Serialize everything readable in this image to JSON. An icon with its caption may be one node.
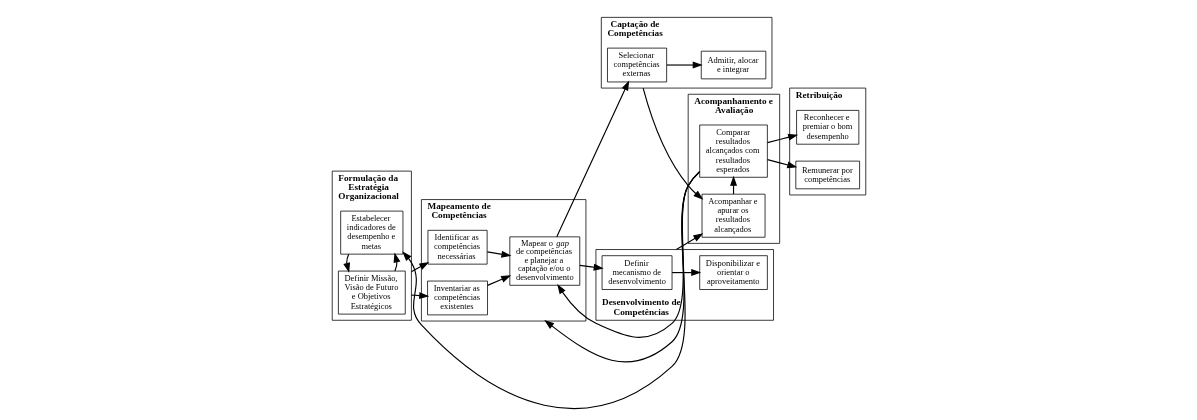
{
  "diagram": {
    "nodes": [
      {
        "text": [
          "Formulação da Estratégia Organizacional"
        ]
      },
      {
        "text": [
          "Definir Missão, Visão de Futuro e Objetivos Estratégicos"
        ],
        "in": 0
      },
      {
        "text": [
          "Estabelecer indicadores de desempenho e metas"
        ],
        "in": 0
      },
      {
        "text": [
          "Mapeamento de Competências"
        ]
      },
      {
        "text": [
          "Identificar as competências necessárias"
        ],
        "in": 3
      },
      {
        "text": [
          "Inventariar as competências existentes"
        ],
        "in": 3
      },
      {
        "text": [
          "Mapear o *gap* de competências e planejar a captação e/ou o desenvolvimento"
        ],
        "in": 3
      },
      {
        "text": [
          "Captação de Competências"
        ]
      },
      {
        "text": [
          "Selecionar competências externas"
        ],
        "in": 7
      },
      {
        "text": [
          "Admitir, alocar e integrar"
        ],
        "in": 7
      },
      {
        "text": [
          "Desenvolvimento de Competências"
        ]
      },
      {
        "text": [
          "Definir mecanismo de desenvolvimento"
        ],
        "in": 10
      },
      {
        "text": [
          "Disponibilizar e orientar o aproveitamento"
        ],
        "in": 10
      },
      {
        "text": [
          "Acompanhamento e Avaliação"
        ]
      },
      {
        "text": [
          "Acompanhar e apurar os resultados alcançados"
        ],
        "in": 13
      },
      {
        "text": [
          "Comparar resultados alcançados com resultados esperados"
        ],
        "in": 13
      },
      {
        "text": [
          "Retribuição"
        ]
      },
      {
        "text": [
          "Reconhecer e premiar o bom desempenho"
        ],
        "in": 16
      },
      {
        "text": [
          "Remunerar por competências"
        ],
        "in": 16
      }
    ],
    "edges": [
      {
        "from": 1,
        "to": 2,
        "arrow": "to"
      },
      {
        "from": 2,
        "to": 1,
        "arrow": "to"
      },
      {
        "from": 0,
        "to": 4,
        "arrow": "to"
      },
      {
        "from": 0,
        "to": 5,
        "arrow": "to"
      },
      {
        "from": 4,
        "to": 6,
        "arrow": "to"
      },
      {
        "from": 5,
        "to": 6,
        "arrow": "to"
      },
      {
        "from": 6,
        "to": 8,
        "arrow": "to"
      },
      {
        "from": 6,
        "to": 11,
        "arrow": "to"
      },
      {
        "from": 8,
        "to": 9,
        "arrow": "to"
      },
      {
        "from": 11,
        "to": 12,
        "arrow": "to"
      },
      {
        "from": 7,
        "to": 14,
        "arrow": "to"
      },
      {
        "from": 10,
        "to": 14,
        "arrow": "to"
      },
      {
        "from": 14,
        "to": 15,
        "arrow": "to"
      },
      {
        "from": 15,
        "to": 17,
        "arrow": "to"
      },
      {
        "from": 15,
        "to": 18,
        "arrow": "to"
      },
      {
        "from": 15,
        "to": 2,
        "arrow": "to"
      },
      {
        "from": 15,
        "to": 3,
        "arrow": "to"
      },
      {
        "from": 15,
        "to": 6,
        "arrow": "to"
      }
    ]
  }
}
